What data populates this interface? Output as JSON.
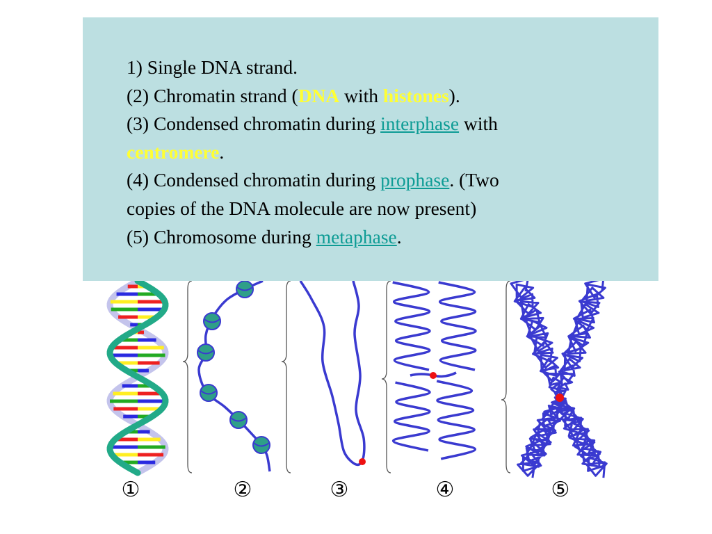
{
  "caption": {
    "line1": "1) Single DNA strand.",
    "line2_a": "(2) Chromatin strand (",
    "line2_dna": "DNA",
    "line2_b": " with ",
    "line2_histones": "histones",
    "line2_c": ").",
    "line3_a": "(3) Condensed chromatin during ",
    "line3_link": "interphase",
    "line3_b": " with",
    "line4_centromere": "centromere",
    "line4_b": ".",
    "line5_a": "(4) Condensed chromatin during ",
    "line5_link": "prophase",
    "line5_b": ". (Two",
    "line6": "copies of the DNA molecule are now present)",
    "line7_a": "(5) Chromosome during ",
    "line7_link": "metaphase",
    "line7_b": "."
  },
  "stage_labels": [
    "①",
    "②",
    "③",
    "④",
    "⑤"
  ],
  "colors": {
    "caption_background": "#bcdfe1",
    "highlight_yellow": "#ffff33",
    "link_teal": "#0e9c95",
    "dna_backbone_teal": "#22aa88",
    "dna_backbone_lavender": "#c4c4ec",
    "chromatin_blue": "#3a3ad0",
    "histone_green": "#2e9f88",
    "centromere_red": "#ee1111",
    "base_pair_colors": [
      "#ee2020",
      "#2a2ae0",
      "#ffee22",
      "#22aa22"
    ]
  }
}
